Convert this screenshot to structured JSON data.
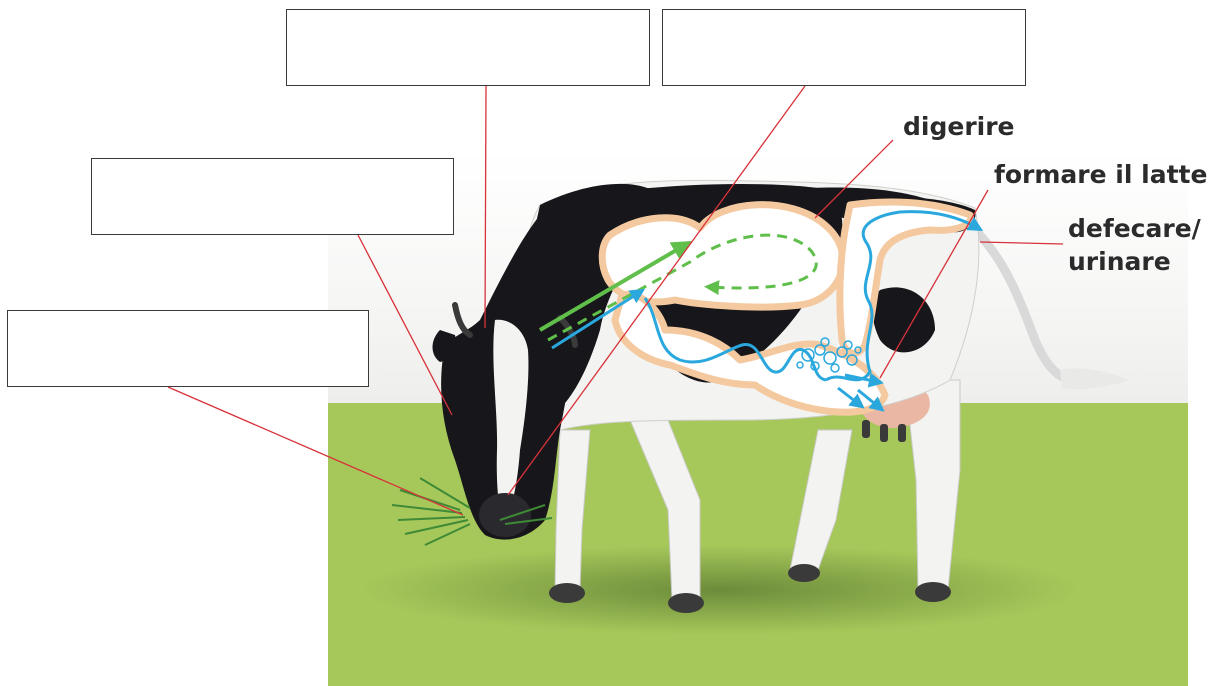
{
  "labels": {
    "digerire": "digerire",
    "formare_latte": "formare il latte",
    "defecare": "defecare/",
    "urinare": "urinare"
  },
  "answer_boxes": [
    "",
    "",
    "",
    ""
  ],
  "colors": {
    "ground": "#a6c85a",
    "leader_line": "#d8323a",
    "food_path": "#5fbf4a",
    "liquid_path": "#2aa8de",
    "organ_outline": "#f4c9a0",
    "label_text": "#2b2b2b"
  }
}
